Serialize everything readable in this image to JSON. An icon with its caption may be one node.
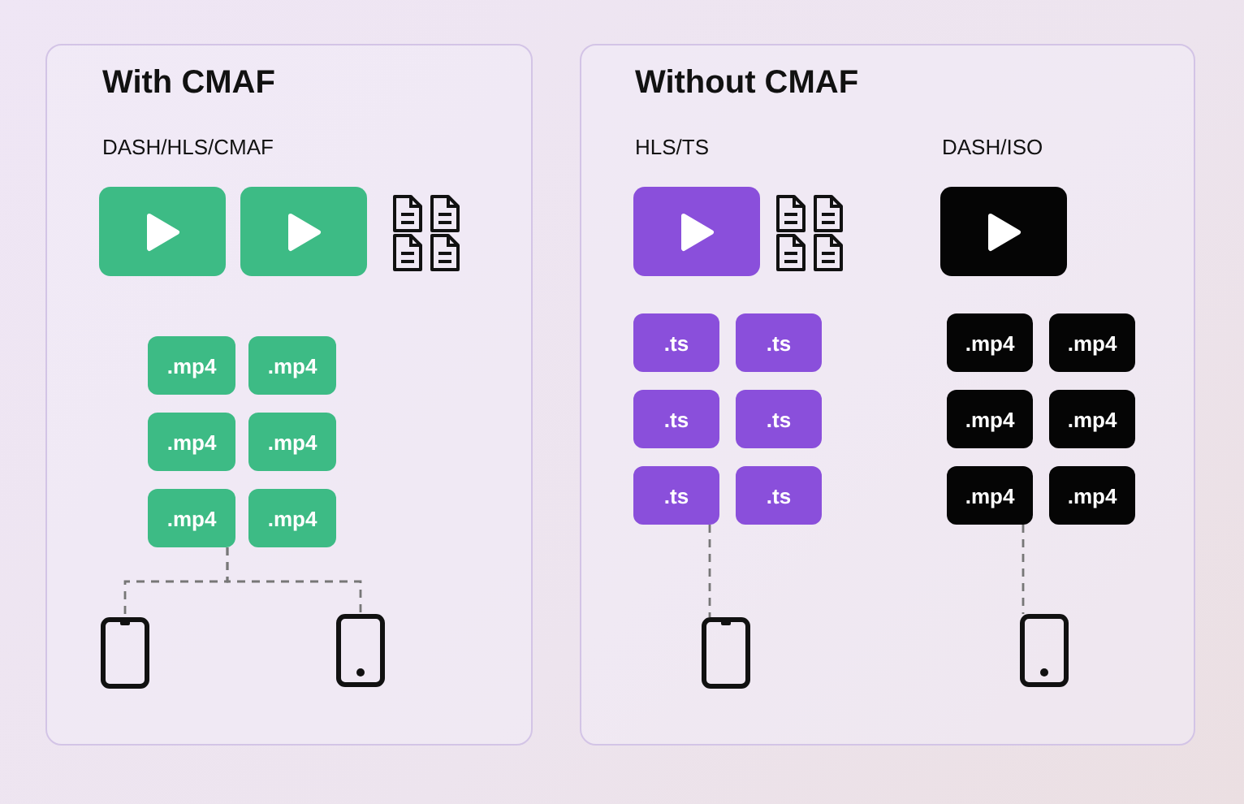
{
  "diagram": {
    "nodes": [
      {
        "text": [
          "With CMAF",
          "DASH/HLS/CMAF"
        ]
      },
      {
        "text": [
          ".mp4"
        ],
        "in": 0
      },
      {
        "text": [
          ".mp4"
        ],
        "in": 0
      },
      {
        "text": [
          ".mp4"
        ],
        "in": 0
      },
      {
        "text": [
          ".mp4"
        ],
        "in": 0
      },
      {
        "text": [
          ".mp4"
        ],
        "in": 0
      },
      {
        "text": [
          ".mp4"
        ],
        "in": 0
      },
      {
        "text": [],
        "shape": "phone",
        "in": 0
      },
      {
        "text": [],
        "shape": "phone",
        "in": 0
      },
      {
        "text": [
          "Without CMAF",
          "HLS/TS",
          "DASH/ISO"
        ]
      },
      {
        "text": [
          ".ts"
        ],
        "in": 9
      },
      {
        "text": [
          ".ts"
        ],
        "in": 9
      },
      {
        "text": [
          ".ts"
        ],
        "in": 9
      },
      {
        "text": [
          ".ts"
        ],
        "in": 9
      },
      {
        "text": [
          ".ts"
        ],
        "in": 9
      },
      {
        "text": [
          ".ts"
        ],
        "in": 9
      },
      {
        "text": [
          ".mp4"
        ],
        "in": 9
      },
      {
        "text": [
          ".mp4"
        ],
        "in": 9
      },
      {
        "text": [
          ".mp4"
        ],
        "in": 9
      },
      {
        "text": [
          ".mp4"
        ],
        "in": 9
      },
      {
        "text": [
          ".mp4"
        ],
        "in": 9
      },
      {
        "text": [
          ".mp4"
        ],
        "in": 9
      },
      {
        "text": [],
        "shape": "phone",
        "in": 9
      },
      {
        "text": [],
        "shape": "phone",
        "in": 9
      }
    ],
    "edges": [
      {
        "from": 5,
        "to": 7,
        "arrow": "none",
        "style": "dashed"
      },
      {
        "from": 5,
        "to": 8,
        "arrow": "none",
        "style": "dashed"
      },
      {
        "from": 14,
        "to": 22,
        "arrow": "none",
        "style": "dashed"
      },
      {
        "from": 20,
        "to": 23,
        "arrow": "none",
        "style": "dashed"
      }
    ]
  }
}
